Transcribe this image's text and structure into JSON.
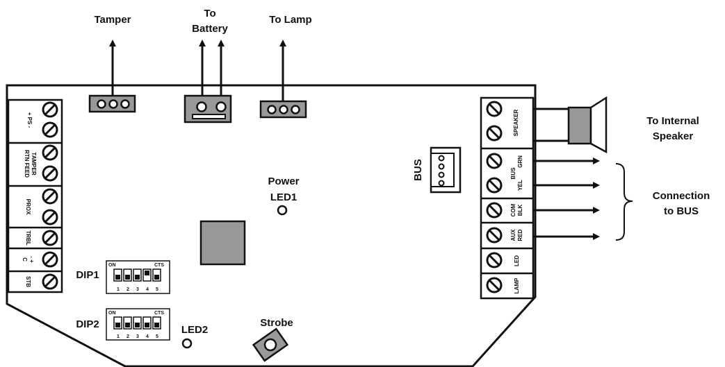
{
  "labels": {
    "tamper": "Tamper",
    "to_battery_1": "To",
    "to_battery_2": "Battery",
    "to_lamp": "To Lamp",
    "to_internal_speaker_1": "To Internal",
    "to_internal_speaker_2": "Speaker",
    "connection_to_bus_1": "Connection",
    "connection_to_bus_2": "to BUS",
    "bus": "BUS",
    "power": "Power",
    "led1": "LED1",
    "led2": "LED2",
    "strobe": "Strobe",
    "dip1": "DIP1",
    "dip2": "DIP2"
  },
  "left_terminals": {
    "ps": "+ PS -",
    "rtn_tamper": "RTN  FEED",
    "tamper": "TAMPER",
    "prox": "PROX",
    "trbl": "TRBL",
    "c": "C",
    "c_pm": "- +",
    "stb": "STB"
  },
  "right_terminals": {
    "speaker": "SPEAKER",
    "bus_grn": "GRN",
    "bus": "BUS",
    "bus_yel": "YEL",
    "com": "COM",
    "blk": "BLK",
    "aux": "AUX",
    "red": "RED",
    "led": "LED",
    "lamp": "LAMP"
  },
  "dip_switch": {
    "on": "ON",
    "cts": "CTS",
    "numbers": [
      "1",
      "2",
      "3",
      "4",
      "5"
    ]
  }
}
